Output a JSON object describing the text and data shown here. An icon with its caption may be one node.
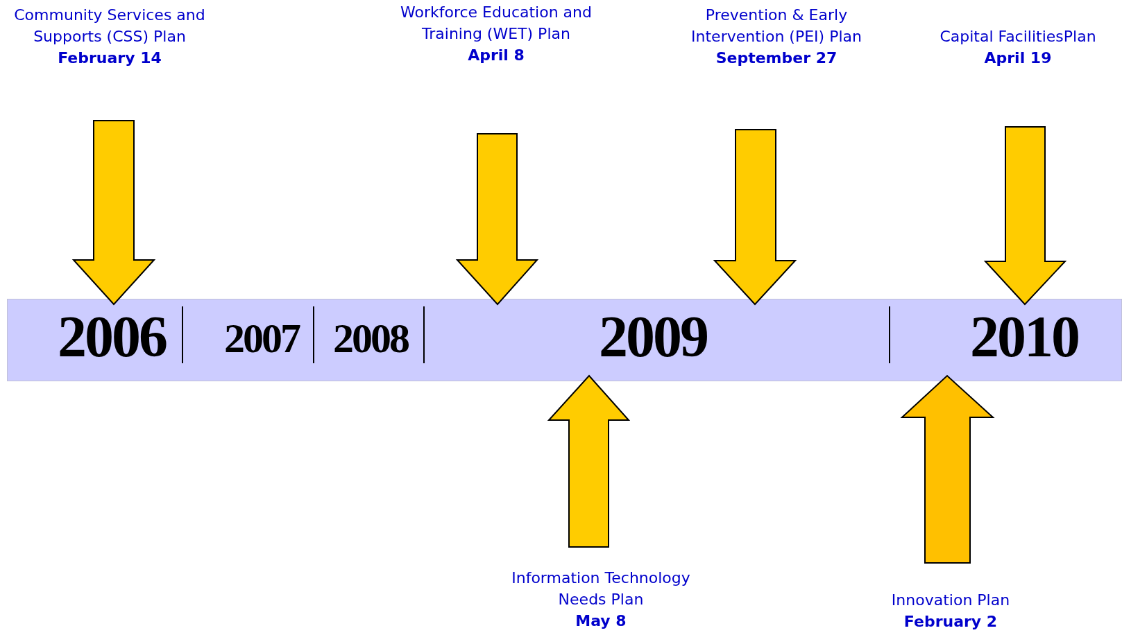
{
  "diagram": {
    "nodes": [
      {
        "text": [
          "2006",
          "2007",
          "2008",
          "2009",
          "2010"
        ]
      },
      {
        "text": [
          "Community Services and Supports (CSS) Plan",
          "February 14"
        ]
      },
      {
        "text": [
          "Workforce Education and Training (WET) Plan",
          "April 8"
        ]
      },
      {
        "text": [
          "Prevention & Early Intervention (PEI) Plan",
          "September 27"
        ]
      },
      {
        "text": [
          "Capital FacilitiesPlan",
          "April 19"
        ]
      },
      {
        "text": [
          "Information Technology Needs Plan",
          "May 8"
        ]
      },
      {
        "text": [
          "Innovation Plan",
          "February 2"
        ]
      }
    ],
    "edges": [
      {
        "from": 1,
        "to": 0,
        "arrow": "to",
        "style": "thick"
      },
      {
        "from": 2,
        "to": 0,
        "arrow": "to",
        "style": "thick"
      },
      {
        "from": 3,
        "to": 0,
        "arrow": "to",
        "style": "thick"
      },
      {
        "from": 4,
        "to": 0,
        "arrow": "to",
        "style": "thick"
      },
      {
        "from": 5,
        "to": 0,
        "arrow": "to",
        "style": "thick"
      },
      {
        "from": 6,
        "to": 0,
        "arrow": "to",
        "style": "thick",
        "color": "#ffc000"
      }
    ]
  }
}
